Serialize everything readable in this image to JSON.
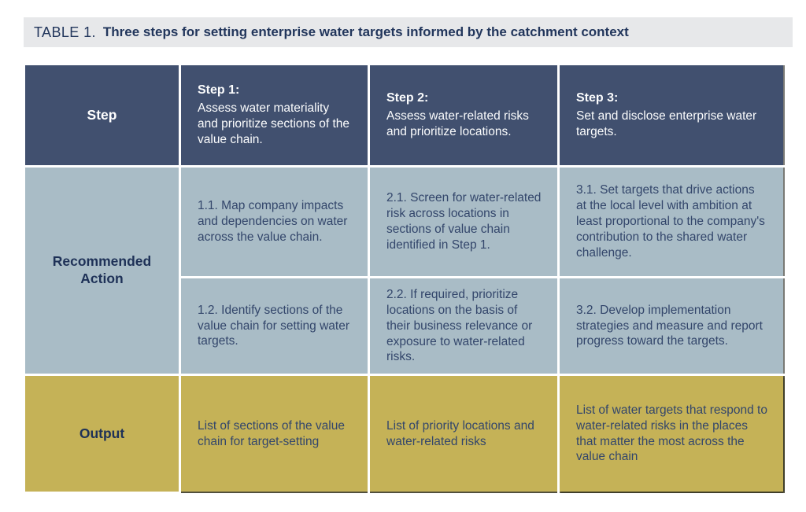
{
  "title": {
    "prefix": "TABLE 1.",
    "text": "Three steps for setting enterprise water targets informed by the catchment context"
  },
  "colors": {
    "header_navy": "#41506F",
    "body_blue": "#A9BCC6",
    "output_gold": "#C5B257",
    "title_bar_bg": "#E7E8EA",
    "text_navy": "#33466B",
    "label_navy": "#1E3157"
  },
  "table": {
    "row_labels": [
      "Step",
      "Recommended Action",
      "Output"
    ],
    "steps": [
      {
        "title": "Step 1:",
        "desc": "Assess water materiality and prioritize sections of the value chain."
      },
      {
        "title": "Step 2:",
        "desc": "Assess water-related risks and prioritize locations."
      },
      {
        "title": "Step 3:",
        "desc": "Set and disclose enterprise water targets."
      }
    ],
    "actions": {
      "row1": [
        "1.1. Map company impacts and dependencies on water across the value chain.",
        "2.1. Screen for water-related risk across locations in sections of value chain identified in Step 1.",
        "3.1. Set targets that drive actions at the local level with ambition at least proportional to the company's contribution to the shared water challenge."
      ],
      "row2": [
        "1.2. Identify sections of the value chain for setting water targets.",
        "2.2. If required, prioritize locations on the basis of their business relevance or exposure to water-related risks.",
        "3.2. Develop implementation strategies and measure and report progress toward the targets."
      ]
    },
    "outputs": [
      "List of sections of the value chain for target-setting",
      "List of priority locations and water-related risks",
      "List of water targets that respond to water-related risks in the places that matter the most across the value chain"
    ]
  }
}
